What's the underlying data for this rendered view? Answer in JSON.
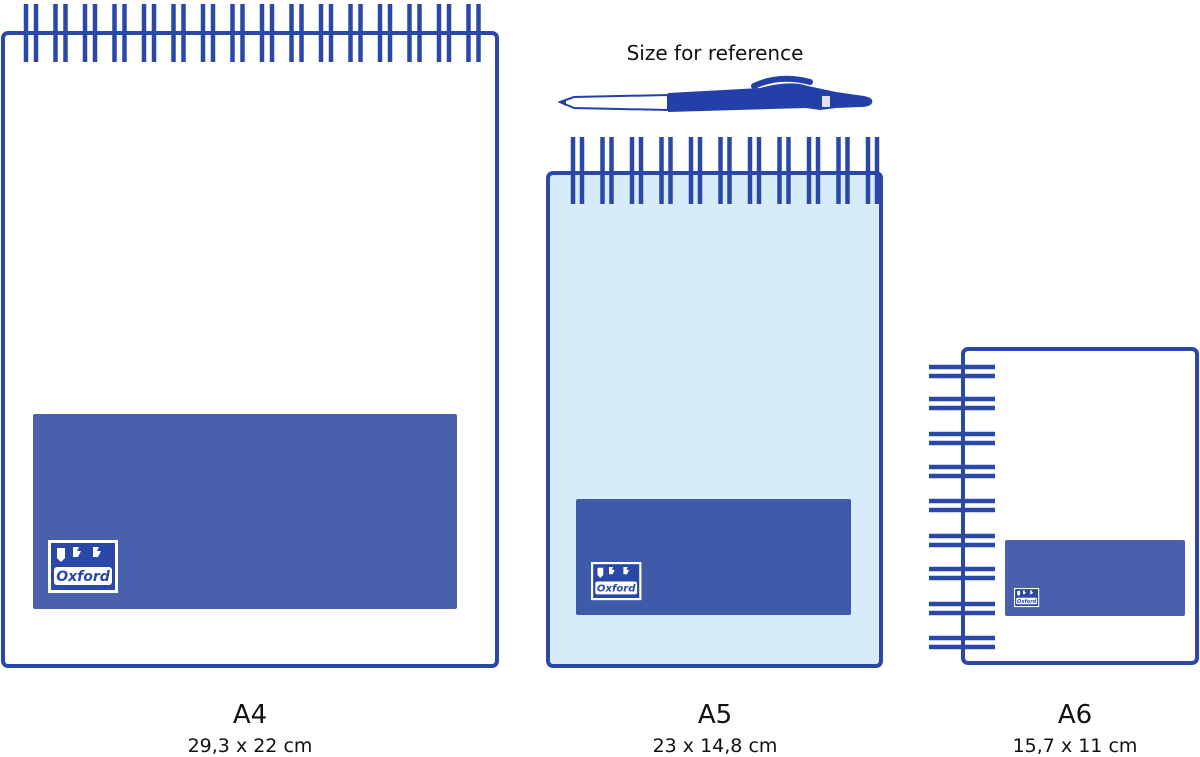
{
  "reference_label": "Size for reference",
  "brand": "Oxford",
  "colors": {
    "outline": "#2a48a8",
    "cover_block": "#4a60ad",
    "cover_block_a5": "#3e5aa9",
    "a5_fill": "#d7ecfa",
    "page_fill": "#ffffff",
    "pen": "#2340a8"
  },
  "notebooks": [
    {
      "id": "a4",
      "label": "A4",
      "dimensions": "29,3 x 22 cm",
      "binding": "top"
    },
    {
      "id": "a5",
      "label": "A5",
      "dimensions": "23 x 14,8 cm",
      "binding": "top"
    },
    {
      "id": "a6",
      "label": "A6",
      "dimensions": "15,7 x 11 cm",
      "binding": "left"
    }
  ]
}
